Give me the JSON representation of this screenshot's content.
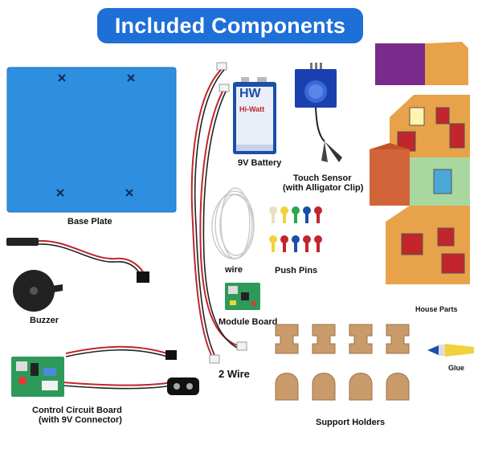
{
  "title": "Included Components",
  "labels": {
    "base_plate": "Base Plate",
    "battery": "9V Battery",
    "touch_sensor_l1": "Touch Sensor",
    "touch_sensor_l2": "(with Alligator Clip)",
    "house_parts": "House Parts",
    "wire": "wire",
    "push_pins": "Push Pins",
    "buzzer": "Buzzer",
    "module_board": "Module Board",
    "two_wire": "2 Wire",
    "glue": "Glue",
    "control_board_l1": "Control Circuit Board",
    "control_board_l2": "(with 9V Connector)",
    "support_holders": "Support Holders"
  },
  "battery_brand": {
    "logo": "HW",
    "name": "Hi-Watt"
  },
  "colors": {
    "title_bg": "#1e6fd8",
    "base_plate": "#2e8ee0",
    "battery_blue": "#1b4fa8",
    "wood": "#c99a6a",
    "house_orange": "#e8a24a",
    "house_green": "#a8d8a0",
    "house_purple": "#7a2a8a"
  }
}
